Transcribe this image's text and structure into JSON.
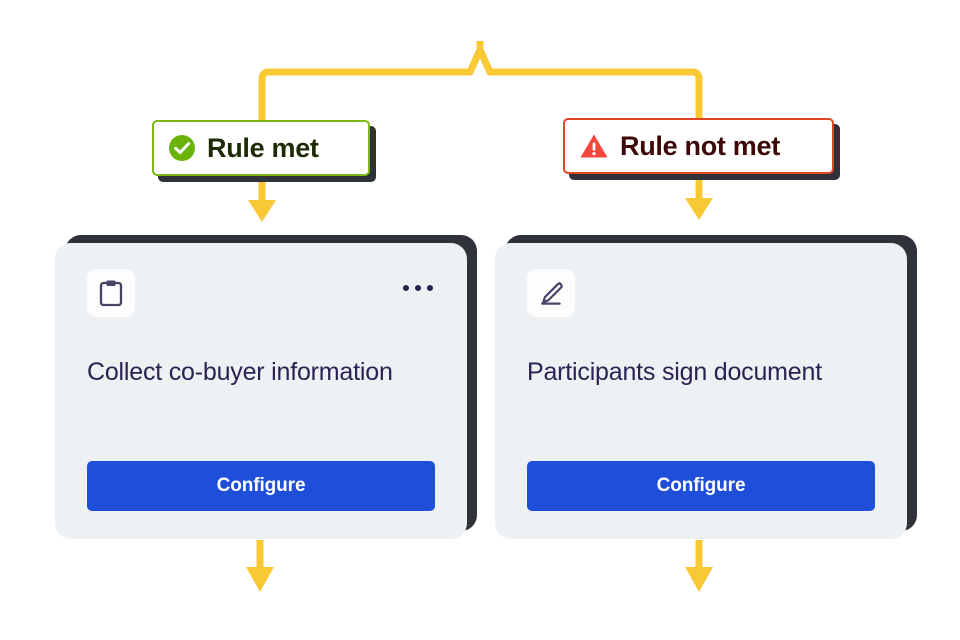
{
  "theme": {
    "page_background": "#ffffff",
    "connector_color": "#f9c935",
    "card_background": "#eef1f4",
    "card_shadow": "#2f3238",
    "title_color": "#2a2252",
    "button_color": "#1f4ed8",
    "button_text_color": "#ffffff",
    "success_border": "#7db813",
    "success_icon": "#6ab409",
    "error_border": "#e0452a",
    "error_icon": "#f4483f"
  },
  "branches": [
    {
      "id": "rule-met",
      "badge": {
        "label": "Rule met",
        "icon": "check-circle-icon"
      },
      "card": {
        "icon": "clipboard-icon",
        "title": "Collect co-buyer information",
        "menu_icon": "kebab-menu-icon",
        "button_label": "Configure"
      }
    },
    {
      "id": "rule-not-met",
      "badge": {
        "label": "Rule not met",
        "icon": "warning-triangle-icon"
      },
      "card": {
        "icon": "pen-signature-icon",
        "title": "Participants sign document",
        "button_label": "Configure"
      }
    }
  ]
}
